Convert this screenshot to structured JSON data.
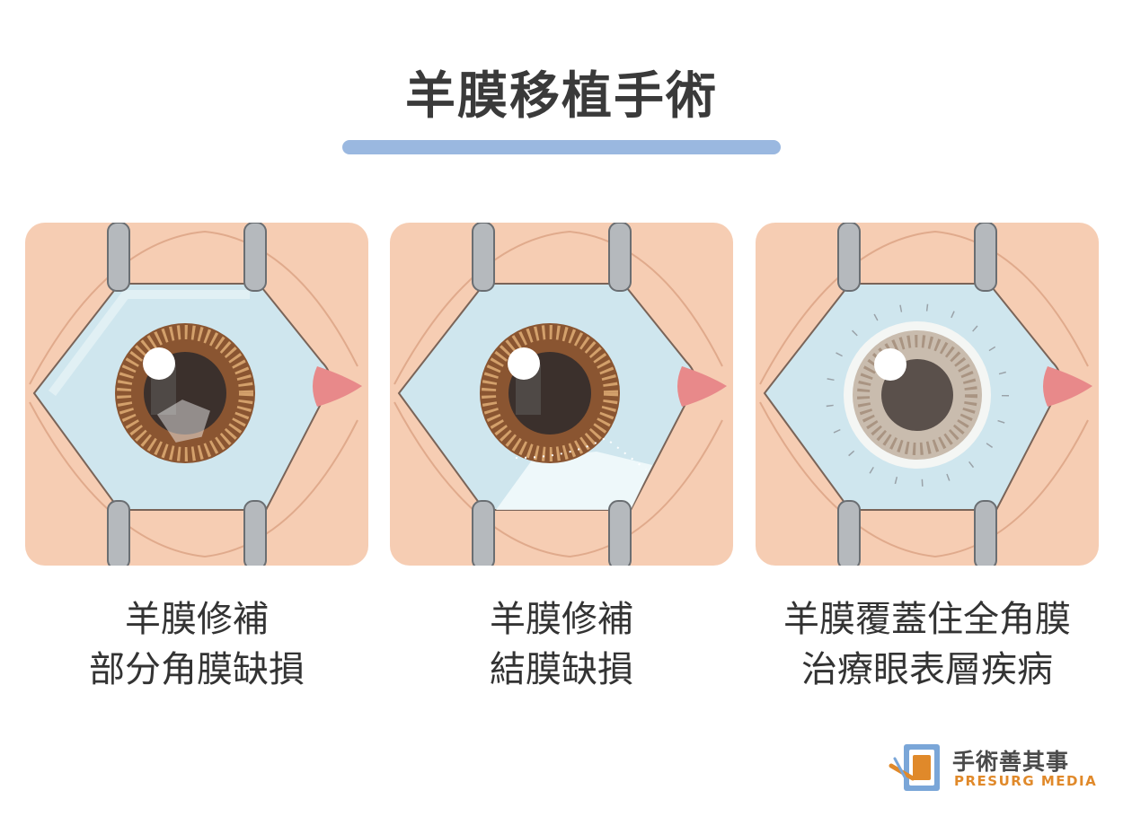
{
  "title": "羊膜移植手術",
  "panels": [
    {
      "caption_line1": "羊膜修補",
      "caption_line2": "部分角膜缺損"
    },
    {
      "caption_line1": "羊膜修補",
      "caption_line2": "結膜缺損"
    },
    {
      "caption_line1": "羊膜覆蓋住全角膜",
      "caption_line2": "治療眼表層疾病"
    }
  ],
  "logo": {
    "chinese": "手術善其事",
    "english": "PRESURG MEDIA"
  },
  "colors": {
    "skin": "#f6cdb3",
    "sclera": "#cfe6ee",
    "iris": "#8a5531",
    "retractor": "#b5b9bd",
    "title_bar": "#9ab8e0",
    "logo_orange": "#e0892a"
  }
}
